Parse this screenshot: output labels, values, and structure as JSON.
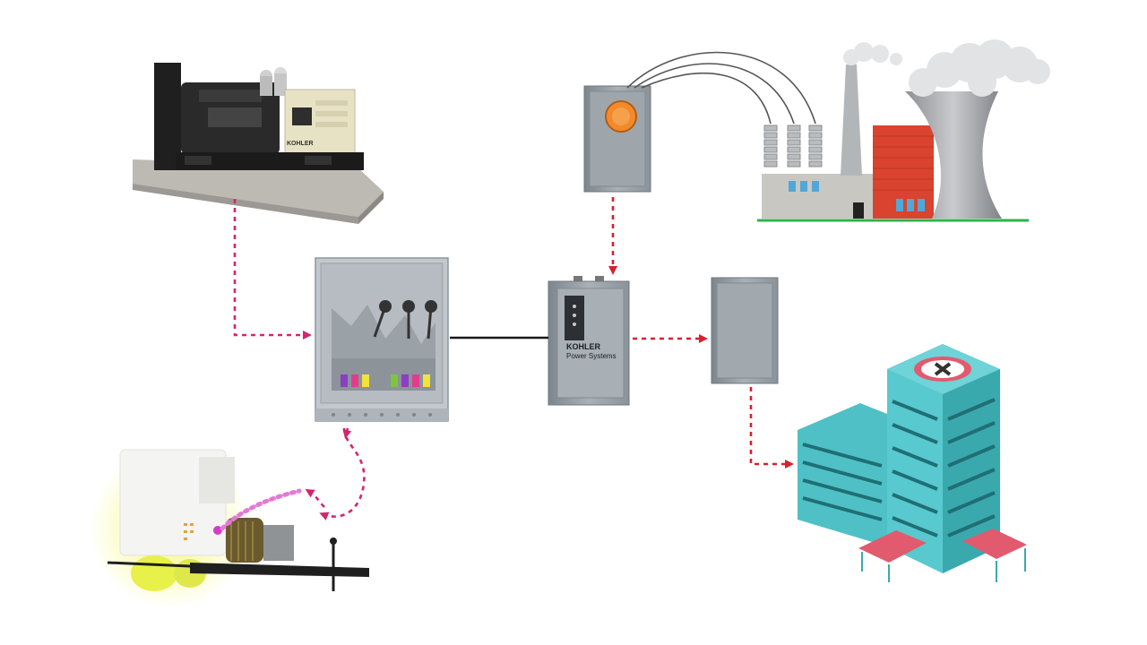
{
  "colors": {
    "background": "#ffffff",
    "flow_pink": "#d6246e",
    "flow_red": "#d8202f",
    "flow_magenta": "#d33bc8",
    "cabinet_gray": "#9aa2a8",
    "hospital_teal": "#4fc1c6",
    "hospital_roof": "#e25a6e",
    "brick_red": "#d9432f",
    "ground_green": "#2fb34a"
  },
  "generator": {
    "brand": "KOHLER"
  },
  "transfer_switch": {
    "brand": "KOHLER",
    "subtitle": "Power Systems"
  },
  "connections": [
    {
      "from": "generator",
      "to": "distribution-panel",
      "style": "dotted-arrow",
      "color": "flow_pink"
    },
    {
      "from": "distribution-panel",
      "to": "transfer-switch",
      "style": "solid"
    },
    {
      "from": "utility-meter",
      "to": "transfer-switch",
      "style": "dotted-arrow",
      "color": "flow_red"
    },
    {
      "from": "power-plant",
      "to": "utility-meter",
      "style": "wires"
    },
    {
      "from": "transfer-switch",
      "to": "breaker-panel",
      "style": "dotted-arrow",
      "color": "flow_red"
    },
    {
      "from": "breaker-panel",
      "to": "hospital",
      "style": "dotted-arrow",
      "color": "flow_red"
    },
    {
      "from": "distribution-panel",
      "to": "mobile-generator",
      "style": "dotted-arrow",
      "color": "flow_pink"
    }
  ]
}
